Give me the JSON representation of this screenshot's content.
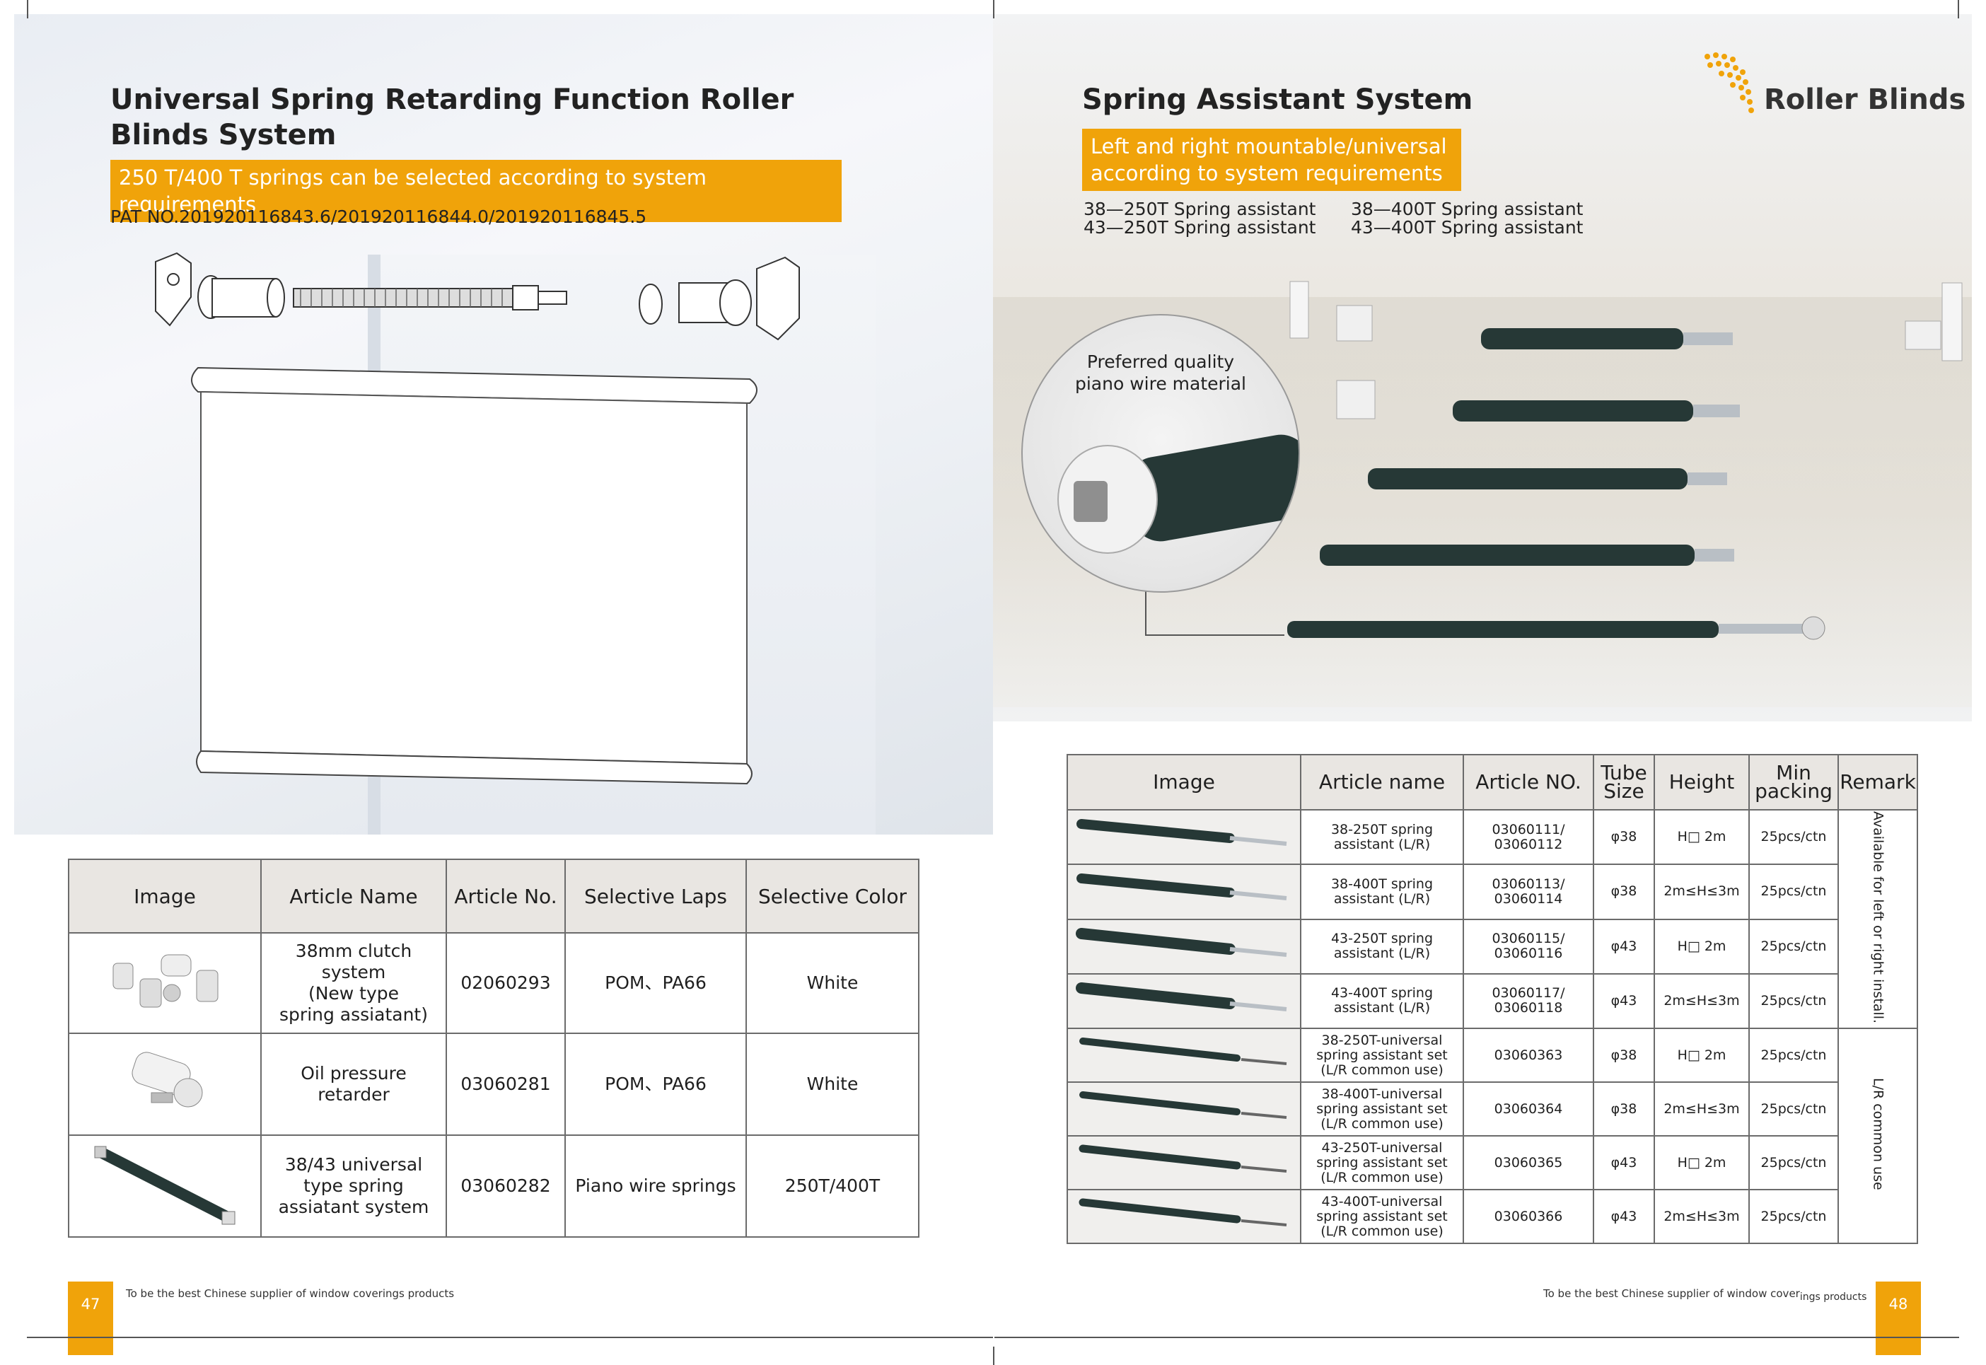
{
  "left_page": {
    "title_line1": "Universal Spring Retarding Function Roller",
    "title_line2": "Blinds System",
    "banner": "250 T/400 T springs can be selected according to system requirements",
    "patent": "PAT NO.201920116843.6/201920116844.0/201920116845.5",
    "table": {
      "headers": [
        "Image",
        "Article Name",
        "Article No.",
        "Selective  Laps",
        "Selective Color"
      ],
      "rows": [
        {
          "name_lines": [
            "38mm clutch system",
            "(New type",
            "spring assiatant)"
          ],
          "article_no": "02060293",
          "laps": "POM、PA66",
          "color": "White",
          "image_icon": "clutch-parts-icon"
        },
        {
          "name_lines": [
            "Oil pressure retarder"
          ],
          "article_no": "03060281",
          "laps": "POM、PA66",
          "color": "White",
          "image_icon": "retarder-icon"
        },
        {
          "name_lines": [
            "38/43 universal",
            "type spring",
            "assiatant system"
          ],
          "article_no": "03060282",
          "laps": "Piano wire springs",
          "color": "250T/400T",
          "image_icon": "spring-rod-icon"
        }
      ]
    },
    "footer": {
      "page_number": "47",
      "slogan": "To be the best Chinese supplier of window coverings products"
    }
  },
  "right_page": {
    "title": "Spring Assistant System",
    "banner_line1": "Left and right mountable/universal",
    "banner_line2": "according to system requirements",
    "specs": {
      "col1": [
        "38—250T Spring assistant",
        "43—250T Spring assistant"
      ],
      "col2": [
        "38—400T Spring assistant",
        "43—400T Spring assistant"
      ]
    },
    "logo_text": "Roller Blinds",
    "callout_lines": [
      "Preferred quality",
      "piano wire material"
    ],
    "table": {
      "headers": {
        "image": "Image",
        "article_name": "Article name",
        "article_no": "Article NO.",
        "tube_size": [
          "Tube",
          "Size"
        ],
        "height": "Height",
        "min_packing": [
          "Min",
          "packing"
        ],
        "remark": "Remark"
      },
      "rows": [
        {
          "name_lines": [
            "38-250T spring",
            "assistant  (L/R)"
          ],
          "no_lines": [
            "03060111/",
            "03060112"
          ],
          "tube": "φ38",
          "height": "H□ 2m",
          "packing": "25pcs/ctn"
        },
        {
          "name_lines": [
            "38-400T spring",
            "assistant  (L/R)"
          ],
          "no_lines": [
            "03060113/",
            "03060114"
          ],
          "tube": "φ38",
          "height": "2m≤H≤3m",
          "packing": "25pcs/ctn"
        },
        {
          "name_lines": [
            "43-250T spring",
            "assistant  (L/R)"
          ],
          "no_lines": [
            "03060115/",
            "03060116"
          ],
          "tube": "φ43",
          "height": "H□ 2m",
          "packing": "25pcs/ctn"
        },
        {
          "name_lines": [
            "43-400T spring",
            "assistant  (L/R)"
          ],
          "no_lines": [
            "03060117/",
            "03060118"
          ],
          "tube": "φ43",
          "height": "2m≤H≤3m",
          "packing": "25pcs/ctn"
        },
        {
          "name_lines": [
            "38-250T-universal",
            "spring assistant set",
            "(L/R common use)"
          ],
          "no_lines": [
            "03060363"
          ],
          "tube": "φ38",
          "height": "H□ 2m",
          "packing": "25pcs/ctn"
        },
        {
          "name_lines": [
            "38-400T-universal",
            "spring assistant set",
            "(L/R common use)"
          ],
          "no_lines": [
            "03060364"
          ],
          "tube": "φ38",
          "height": "2m≤H≤3m",
          "packing": "25pcs/ctn"
        },
        {
          "name_lines": [
            "43-250T-universal",
            "spring assistant set",
            "(L/R common use)"
          ],
          "no_lines": [
            "03060365"
          ],
          "tube": "φ43",
          "height": "H□ 2m",
          "packing": "25pcs/ctn"
        },
        {
          "name_lines": [
            "43-400T-universal",
            "spring assistant set",
            "(L/R common use)"
          ],
          "no_lines": [
            "03060366"
          ],
          "tube": "φ43",
          "height": "2m≤H≤3m",
          "packing": "25pcs/ctn"
        }
      ],
      "remark_group1": "Available for left or right install.",
      "remark_group2": "L/R common use"
    },
    "footer": {
      "page_number": "48",
      "slogan_part1": "To be the best Chinese supplier of window cover",
      "slogan_part2": "ings products"
    }
  },
  "colors": {
    "accent_orange": "#f0a30a",
    "header_gray": "#e9e6e2",
    "spring_dark": "#263836"
  }
}
